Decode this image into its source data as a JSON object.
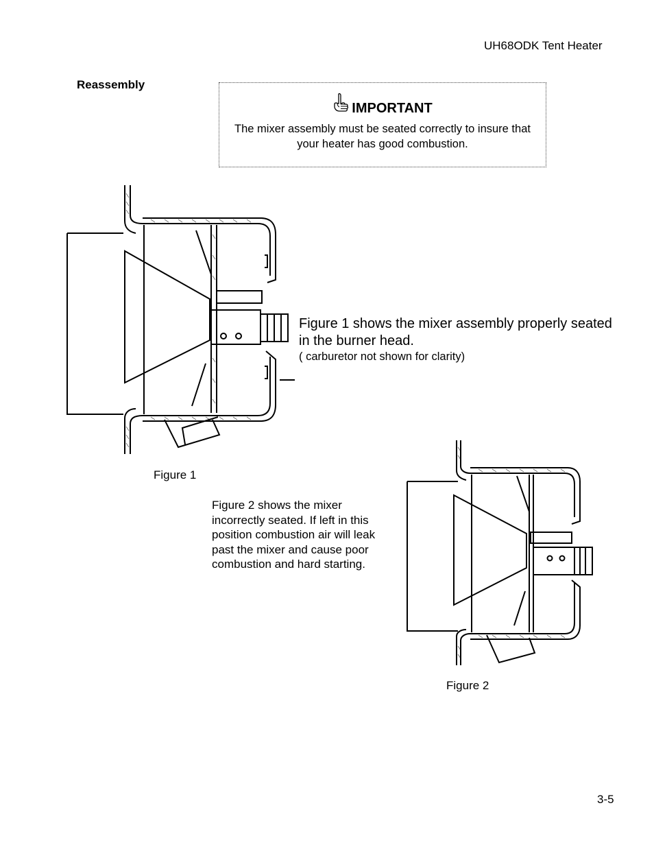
{
  "header": {
    "title": "UH68ODK Tent Heater"
  },
  "section": {
    "heading": "Reassembly"
  },
  "notice": {
    "icon": "pointing-hand-icon",
    "title": "IMPORTANT",
    "text": "The mixer assembly must be seated correctly to insure that your heater has good combustion."
  },
  "figure1": {
    "description": "Figure 1 shows the mixer assembly properly seated in the burner head.",
    "note": "( carburetor not shown for clarity)",
    "caption": "Figure 1"
  },
  "figure2": {
    "description": "Figure 2 shows the mixer incorrectly seated. If left in this position combustion air will leak past the mixer and cause poor combustion and hard starting.",
    "caption": "Figure 2"
  },
  "footer": {
    "page_number": "3-5"
  }
}
